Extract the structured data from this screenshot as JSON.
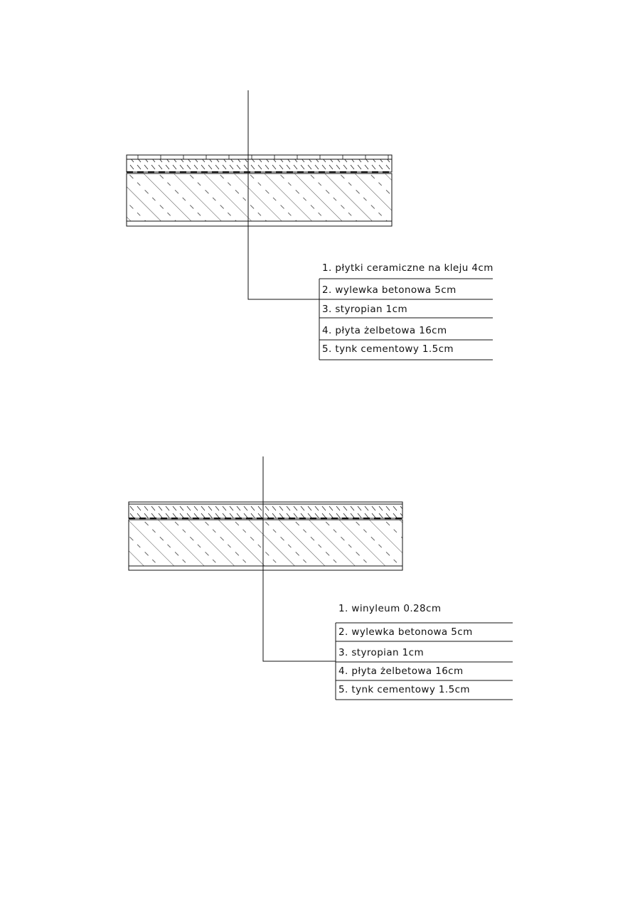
{
  "colors": {
    "ink": "#111111",
    "hatch": "#222222",
    "background": "#ffffff"
  },
  "details": [
    {
      "id": "floor-detail-1",
      "layers": [
        {
          "label": "1. płytki ceramiczne na kleju 4cm"
        },
        {
          "label": "2. wylewka betonowa 5cm"
        },
        {
          "label": "3. styropian 1cm"
        },
        {
          "label": "4. płyta żelbetowa 16cm"
        },
        {
          "label": "5. tynk cementowy 1.5cm"
        }
      ]
    },
    {
      "id": "floor-detail-2",
      "layers": [
        {
          "label": "1. winyleum 0.28cm"
        },
        {
          "label": "2. wylewka betonowa 5cm"
        },
        {
          "label": "3. styropian 1cm"
        },
        {
          "label": "4. płyta żelbetowa 16cm"
        },
        {
          "label": "5. tynk cementowy 1.5cm"
        }
      ]
    }
  ]
}
